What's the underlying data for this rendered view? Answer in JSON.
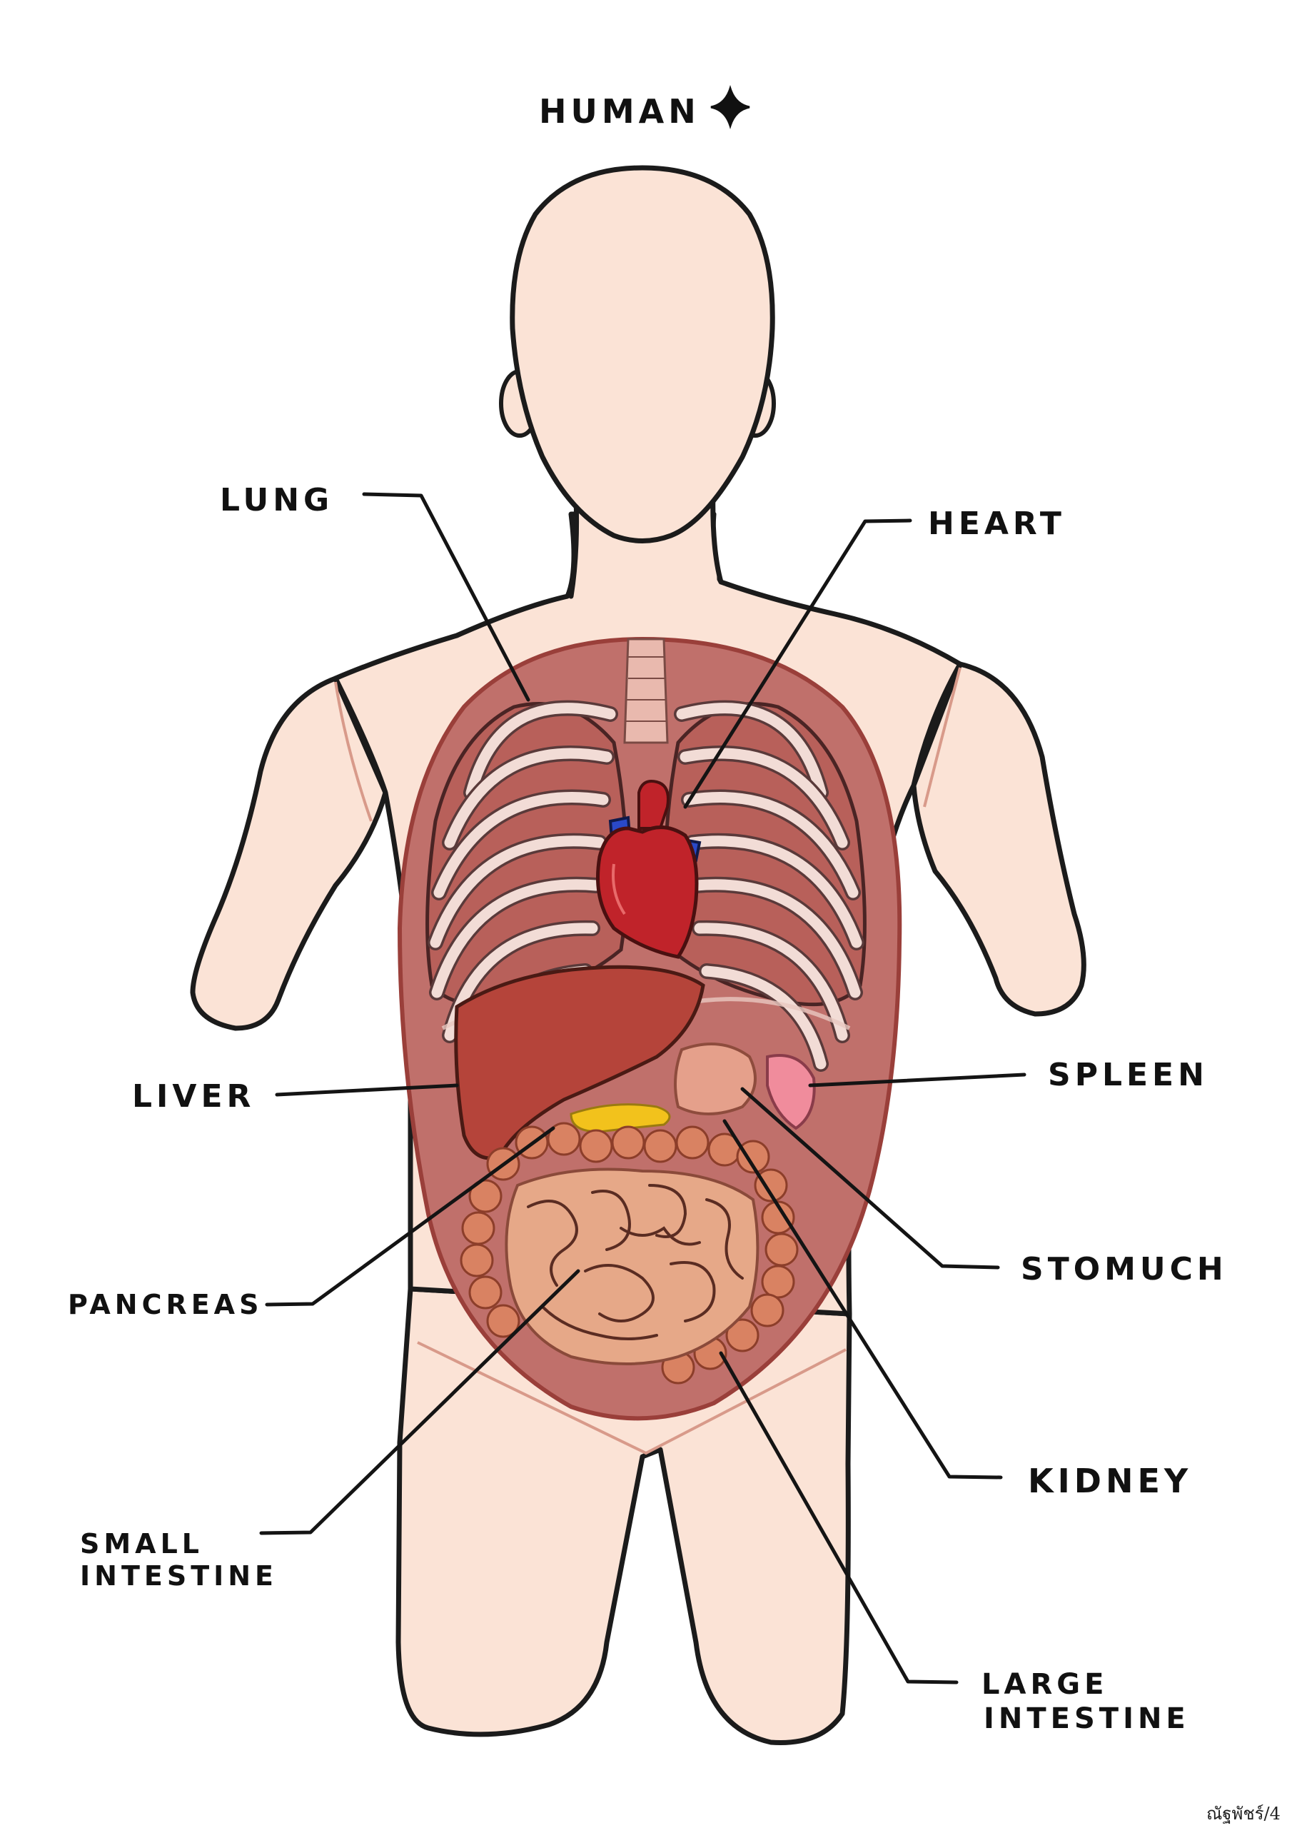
{
  "title": "HUMAN",
  "labels": {
    "lung": "LUNG",
    "heart": "HEART",
    "liver": "LIVER",
    "spleen": "SPLEEN",
    "pancreas": "PANCREAS",
    "stomach": "STOMUCH",
    "kidney": "KIDNEY",
    "small_intestine_line1": "SMALL",
    "small_intestine_line2": "INTESTINE",
    "large_intestine_line1": "LARGE",
    "large_intestine_line2": "INTESTINE"
  },
  "signature": "ณัฐพัชร์/4",
  "colors": {
    "skin": "#fbe3d6",
    "skin_shade": "#f4cfc0",
    "cavity": "#c0706b",
    "cavity_dark": "#a44a45",
    "heart": "#c0232a",
    "vein": "#2a49c8",
    "liver": "#b5443a",
    "spleen": "#f08c9c",
    "pancreas": "#f2c21c",
    "stomach": "#e9a58e",
    "small_intestine": "#e6a888",
    "large_intestine": "#d98262",
    "outline": "#1b1b1b"
  },
  "icons": {
    "title_star": "four-point-star-icon"
  }
}
